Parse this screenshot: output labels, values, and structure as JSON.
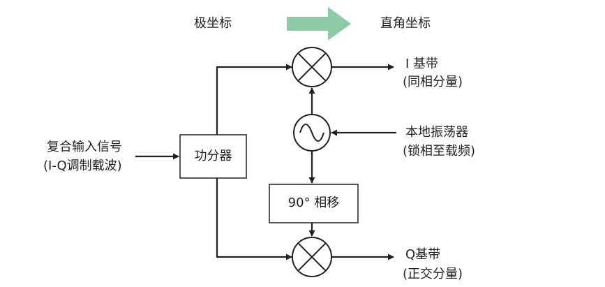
{
  "header": {
    "polar_label": "极坐标",
    "rect_label": "直角坐标",
    "arrow_color": "#8dcaa6"
  },
  "input": {
    "line1": "复合输入信号",
    "line2": "(I-Q调制载波)"
  },
  "blocks": {
    "splitter": "功分器",
    "phase_shift": "90° 相移"
  },
  "oscillator": {
    "line1": "本地振荡器",
    "line2": "(锁相至载频)"
  },
  "outputs": {
    "i_line1": "I 基带",
    "i_line2": "(同相分量)",
    "q_line1": "Q基带",
    "q_line2": "(正交分量)"
  },
  "icons": {
    "mixer": "mixer-multiply-icon",
    "oscillator": "sine-wave-icon"
  },
  "colors": {
    "line": "#231f20",
    "arrow": "#8dcaa6"
  }
}
